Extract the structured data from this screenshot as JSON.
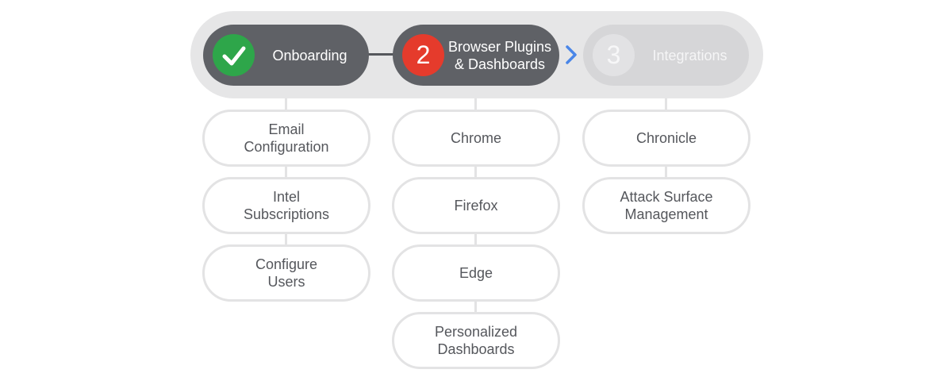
{
  "steps": [
    {
      "badge": "",
      "label": "Onboarding",
      "state": "done",
      "icon": "checkmark-icon"
    },
    {
      "badge": "2",
      "label": "Browser Plugins\n& Dashboards",
      "state": "current"
    },
    {
      "badge": "3",
      "label": "Integrations",
      "state": "upcoming"
    }
  ],
  "connector_icon": "chevron-right-icon",
  "colors": {
    "track": "#e6e6e7",
    "active_pill": "#5f6166",
    "inactive_pill": "#d6d6d8",
    "done_badge": "#2ea64a",
    "current_badge": "#e53b2c",
    "chevron": "#4a86e8",
    "item_border": "#e3e3e4",
    "item_text": "#55575c"
  },
  "columns": [
    {
      "items": [
        "Email\nConfiguration",
        "Intel\nSubscriptions",
        "Configure\nUsers"
      ]
    },
    {
      "items": [
        "Chrome",
        "Firefox",
        "Edge",
        "Personalized\nDashboards"
      ]
    },
    {
      "items": [
        "Chronicle",
        "Attack Surface\nManagement"
      ]
    }
  ]
}
